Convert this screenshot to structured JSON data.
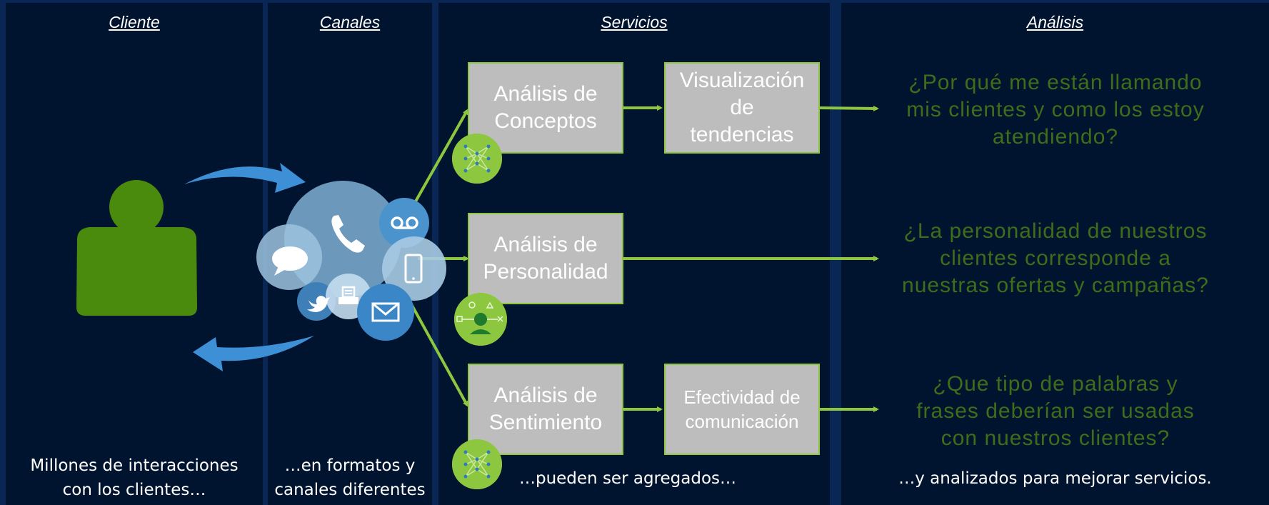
{
  "columns": {
    "cliente": "Cliente",
    "canales": "Canales",
    "servicios": "Servicios",
    "analisis": "Análisis"
  },
  "captions": {
    "cliente": "Millones de interacciones\ncon los clientes…",
    "canales": "…en formatos y\ncanales diferentes",
    "servicios": "…pueden ser agregados…",
    "analisis": "…y analizados para mejorar servicios."
  },
  "services": {
    "conceptos": "Análisis de\nConceptos",
    "personalidad": "Análisis de\nPersonalidad",
    "sentimiento": "Análisis de\nSentimiento",
    "tendencias": "Visualización\nde\ntendencias",
    "comunicacion": "Efectividad de\ncomunicación"
  },
  "questions": {
    "q1": "¿Por qué me están llamando\nmis clientes y como los estoy\natendiendo?",
    "q2": "¿La personalidad de nuestros\nclientes corresponde a\nnuestras ofertas y campañas?",
    "q3": "¿Que tipo de palabras y\nfrases deberían ser usadas\ncon nuestros clientes?"
  },
  "icons": {
    "client": "person-icon",
    "channels": [
      "phone-icon",
      "chat-icon",
      "voicemail-icon",
      "mobile-icon",
      "twitter-icon",
      "fax-icon",
      "email-icon"
    ],
    "badges": [
      "neural-network-icon",
      "personality-network-icon",
      "neural-network-icon"
    ]
  },
  "colors": {
    "background": "#0a2654",
    "panel": "#01142f",
    "accent_green": "#8dc63f",
    "person_green": "#4a8a0c",
    "question_green": "#3f6e1a",
    "box_gray": "#bdbdbd",
    "arrow_blue": "#3d8fd6"
  }
}
